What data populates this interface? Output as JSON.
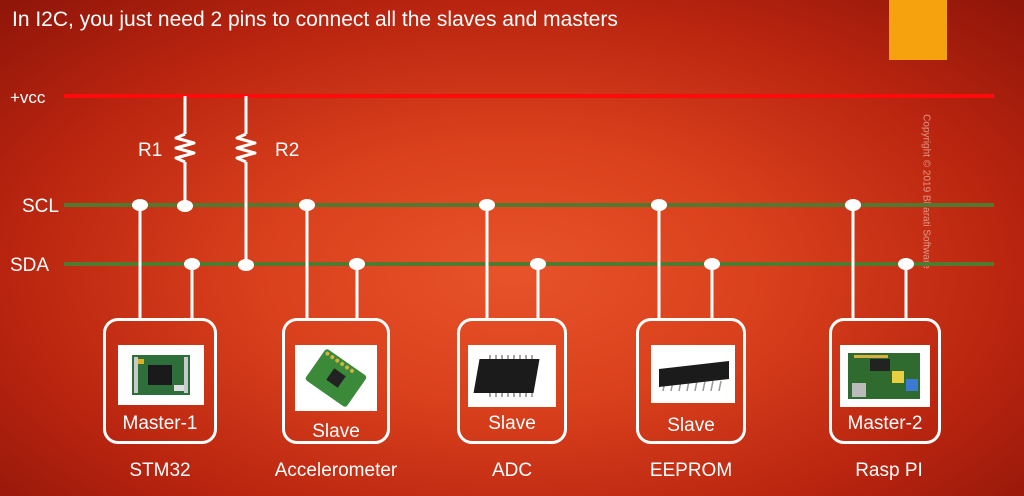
{
  "title": "In I2C, you just need 2 pins to connect all the slaves and masters",
  "copyright": "Copyright © 2019 Bharati Software",
  "colors": {
    "vcc_line": "#ff0b0b",
    "bus_line": "#4f7a2f",
    "accent": "#f5a20e",
    "wire": "#ffffff"
  },
  "bus": {
    "vcc": "+vcc",
    "scl": "SCL",
    "sda": "SDA"
  },
  "resistors": [
    "R1",
    "R2"
  ],
  "devices": [
    {
      "role": "Master-1",
      "name": "STM32",
      "image": "stm32-board-photo"
    },
    {
      "role": "Slave",
      "name": "Accelerometer",
      "image": "accelerometer-board-photo"
    },
    {
      "role": "Slave",
      "name": "ADC",
      "image": "adc-chip-photo"
    },
    {
      "role": "Slave",
      "name": "EEPROM",
      "image": "eeprom-chip-photo"
    },
    {
      "role": "Master-2",
      "name": "Rasp PI",
      "image": "raspberry-pi-photo"
    }
  ]
}
